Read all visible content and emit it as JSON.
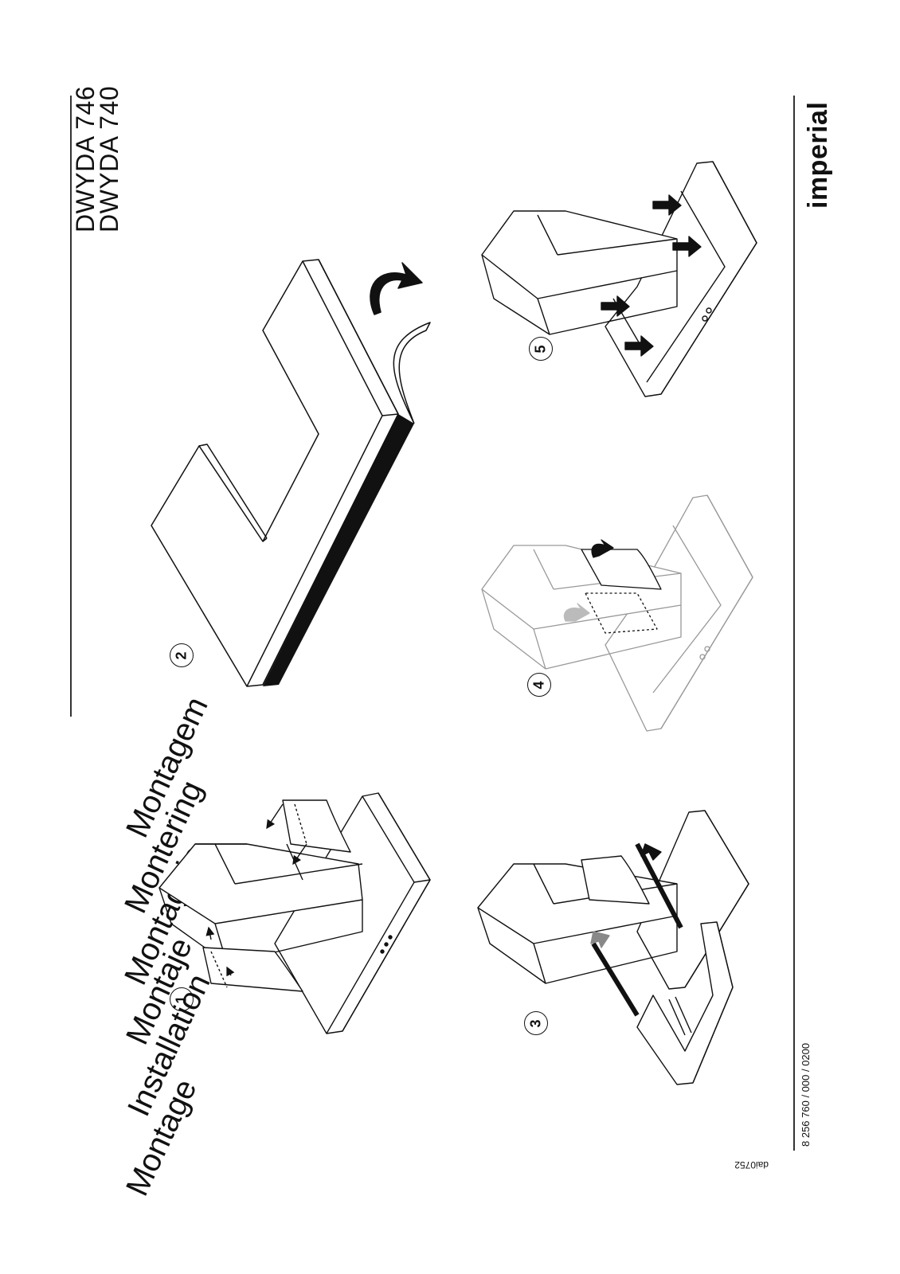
{
  "title_words": [
    "Montage",
    "Installation",
    "Montaje",
    "Montaggio",
    "Montering",
    "Montagem"
  ],
  "models": [
    "DWYDA 746",
    "DWYDA 740"
  ],
  "brand": "imperial",
  "part_number": "8 256 760 / 000 / 0200",
  "drawing_code": "dai0752",
  "steps": [
    "1",
    "2",
    "3",
    "4",
    "5"
  ]
}
